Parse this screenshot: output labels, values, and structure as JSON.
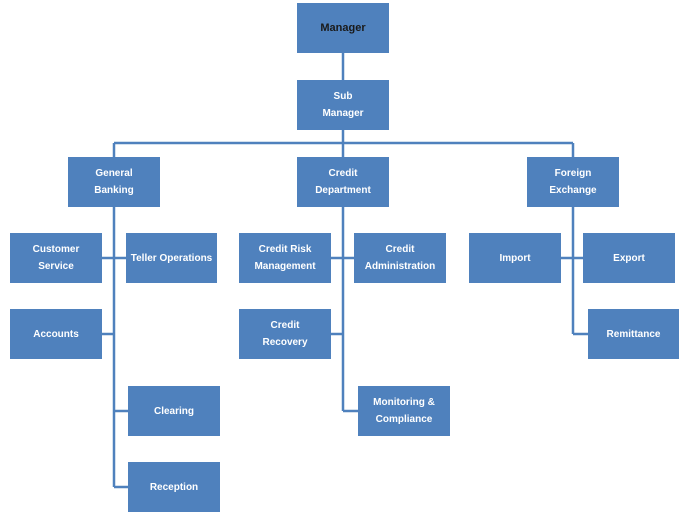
{
  "nodes": [
    {
      "id": "manager",
      "label": "Manager"
    },
    {
      "id": "sub-manager",
      "label": "Sub\nManager"
    },
    {
      "id": "general-banking",
      "label": "General\nBanking"
    },
    {
      "id": "credit-department",
      "label": "Credit Department"
    },
    {
      "id": "foreign-exchange",
      "label": "Foreign\nExchange"
    },
    {
      "id": "customer-service",
      "label": "Customer Service"
    },
    {
      "id": "teller-operations",
      "label": "Teller Operations"
    },
    {
      "id": "accounts",
      "label": "Accounts"
    },
    {
      "id": "clearing",
      "label": "Clearing"
    },
    {
      "id": "reception",
      "label": "Reception"
    },
    {
      "id": "credit-risk-management",
      "label": "Credit Risk\nManagement"
    },
    {
      "id": "credit-administration",
      "label": "Credit\nAdministration"
    },
    {
      "id": "credit-recovery",
      "label": "Credit\nRecovery"
    },
    {
      "id": "monitoring-compliance",
      "label": "Monitoring &\nCompliance"
    },
    {
      "id": "import",
      "label": "Import"
    },
    {
      "id": "export",
      "label": "Export"
    },
    {
      "id": "remittance",
      "label": "Remittance"
    }
  ],
  "edges": [
    [
      "manager",
      "sub-manager"
    ],
    [
      "sub-manager",
      "general-banking"
    ],
    [
      "sub-manager",
      "credit-department"
    ],
    [
      "sub-manager",
      "foreign-exchange"
    ],
    [
      "general-banking",
      "customer-service"
    ],
    [
      "general-banking",
      "teller-operations"
    ],
    [
      "general-banking",
      "accounts"
    ],
    [
      "general-banking",
      "clearing"
    ],
    [
      "general-banking",
      "reception"
    ],
    [
      "credit-department",
      "credit-risk-management"
    ],
    [
      "credit-department",
      "credit-administration"
    ],
    [
      "credit-department",
      "credit-recovery"
    ],
    [
      "credit-department",
      "monitoring-compliance"
    ],
    [
      "foreign-exchange",
      "import"
    ],
    [
      "foreign-exchange",
      "export"
    ],
    [
      "foreign-exchange",
      "remittance"
    ]
  ],
  "colors": {
    "box": "#4f81bd",
    "line": "#4f81bd",
    "text": "#ffffff",
    "root_text": "#1a1a1a"
  }
}
